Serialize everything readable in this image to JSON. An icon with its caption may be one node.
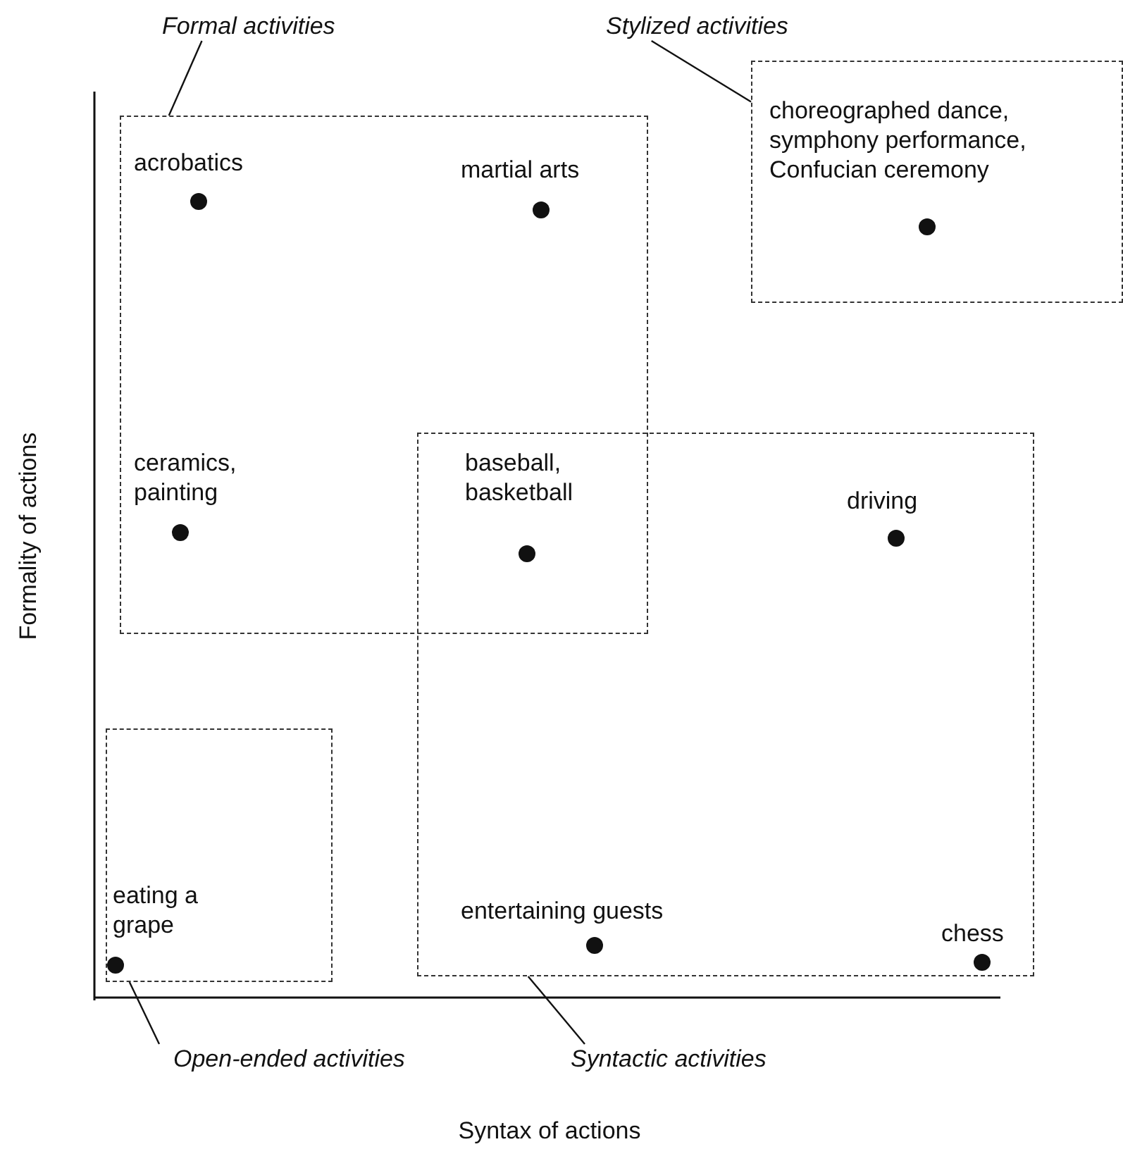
{
  "diagram": {
    "nodes": [
      {
        "text": [
          "Formal activities"
        ]
      },
      {
        "text": [],
        "shape": "box"
      },
      {
        "text": [
          "Stylized activities"
        ]
      },
      {
        "text": [],
        "shape": "box"
      },
      {
        "text": [],
        "shape": "box"
      },
      {
        "text": [
          "Open-ended activities"
        ]
      },
      {
        "text": [],
        "shape": "box"
      },
      {
        "text": [
          "Syntactic activities"
        ]
      }
    ],
    "edges": [
      {
        "from": 0,
        "to": 1,
        "arrow": "none"
      },
      {
        "from": 2,
        "to": 3,
        "arrow": "none"
      },
      {
        "from": 5,
        "to": 4,
        "arrow": "none"
      },
      {
        "from": 7,
        "to": 6,
        "arrow": "none"
      }
    ],
    "labels": [
      "acrobatics",
      "martial arts",
      "choreographed dance, symphony performance, Confucian ceremony",
      "ceramics, painting",
      "baseball, basketball",
      "driving",
      "eating a grape",
      "entertaining guests",
      "chess",
      "Formality of actions",
      "Syntax of actions"
    ]
  }
}
